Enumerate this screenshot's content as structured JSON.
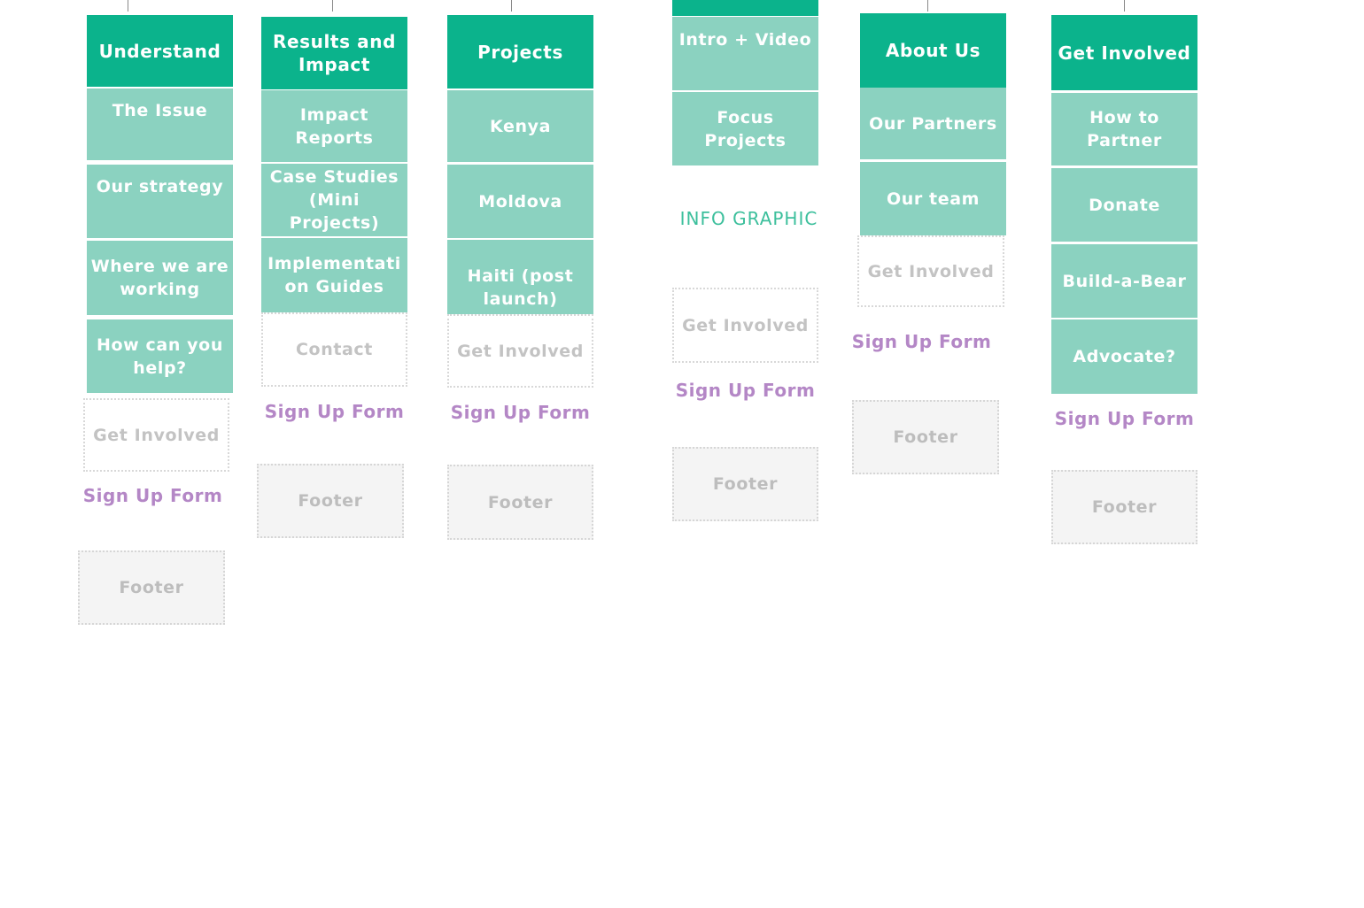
{
  "columns": [
    {
      "header": "Understand",
      "items": [
        "The Issue",
        "Our strategy",
        "Where we are working",
        "How can you help?"
      ],
      "get_involved": "Get Involved",
      "signup": "Sign Up Form",
      "footer": "Footer"
    },
    {
      "header": "Results and Impact",
      "items": [
        "Impact Reports",
        "Case Studies (Mini Projects)",
        "Implementati on Guides"
      ],
      "contact": "Contact",
      "signup": "Sign Up Form",
      "footer": "Footer"
    },
    {
      "header": "Projects",
      "items": [
        "Kenya",
        "Moldova",
        "Haiti (post launch)"
      ],
      "get_involved": "Get Involved",
      "signup": "Sign Up Form",
      "footer": "Footer"
    },
    {
      "items": [
        "Intro + Video",
        "Focus Projects"
      ],
      "infographic": "INFO GRAPHIC",
      "get_involved": "Get Involved",
      "signup": "Sign Up Form",
      "footer": "Footer"
    },
    {
      "header": "About Us",
      "items": [
        "Our Partners",
        "Our team"
      ],
      "get_involved": "Get Involved",
      "signup": "Sign Up Form",
      "footer": "Footer"
    },
    {
      "header": "Get Involved",
      "items": [
        "How to Partner",
        "Donate",
        "Build-a-Bear",
        "Advocate?"
      ],
      "signup": "Sign Up Form",
      "footer": "Footer"
    }
  ],
  "colors": {
    "header": "#0bb38c",
    "sub": "#8bd2c0",
    "signup": "#b487c6",
    "infographic": "#3cbf9c",
    "ghost_text": "#c3c3c3"
  }
}
